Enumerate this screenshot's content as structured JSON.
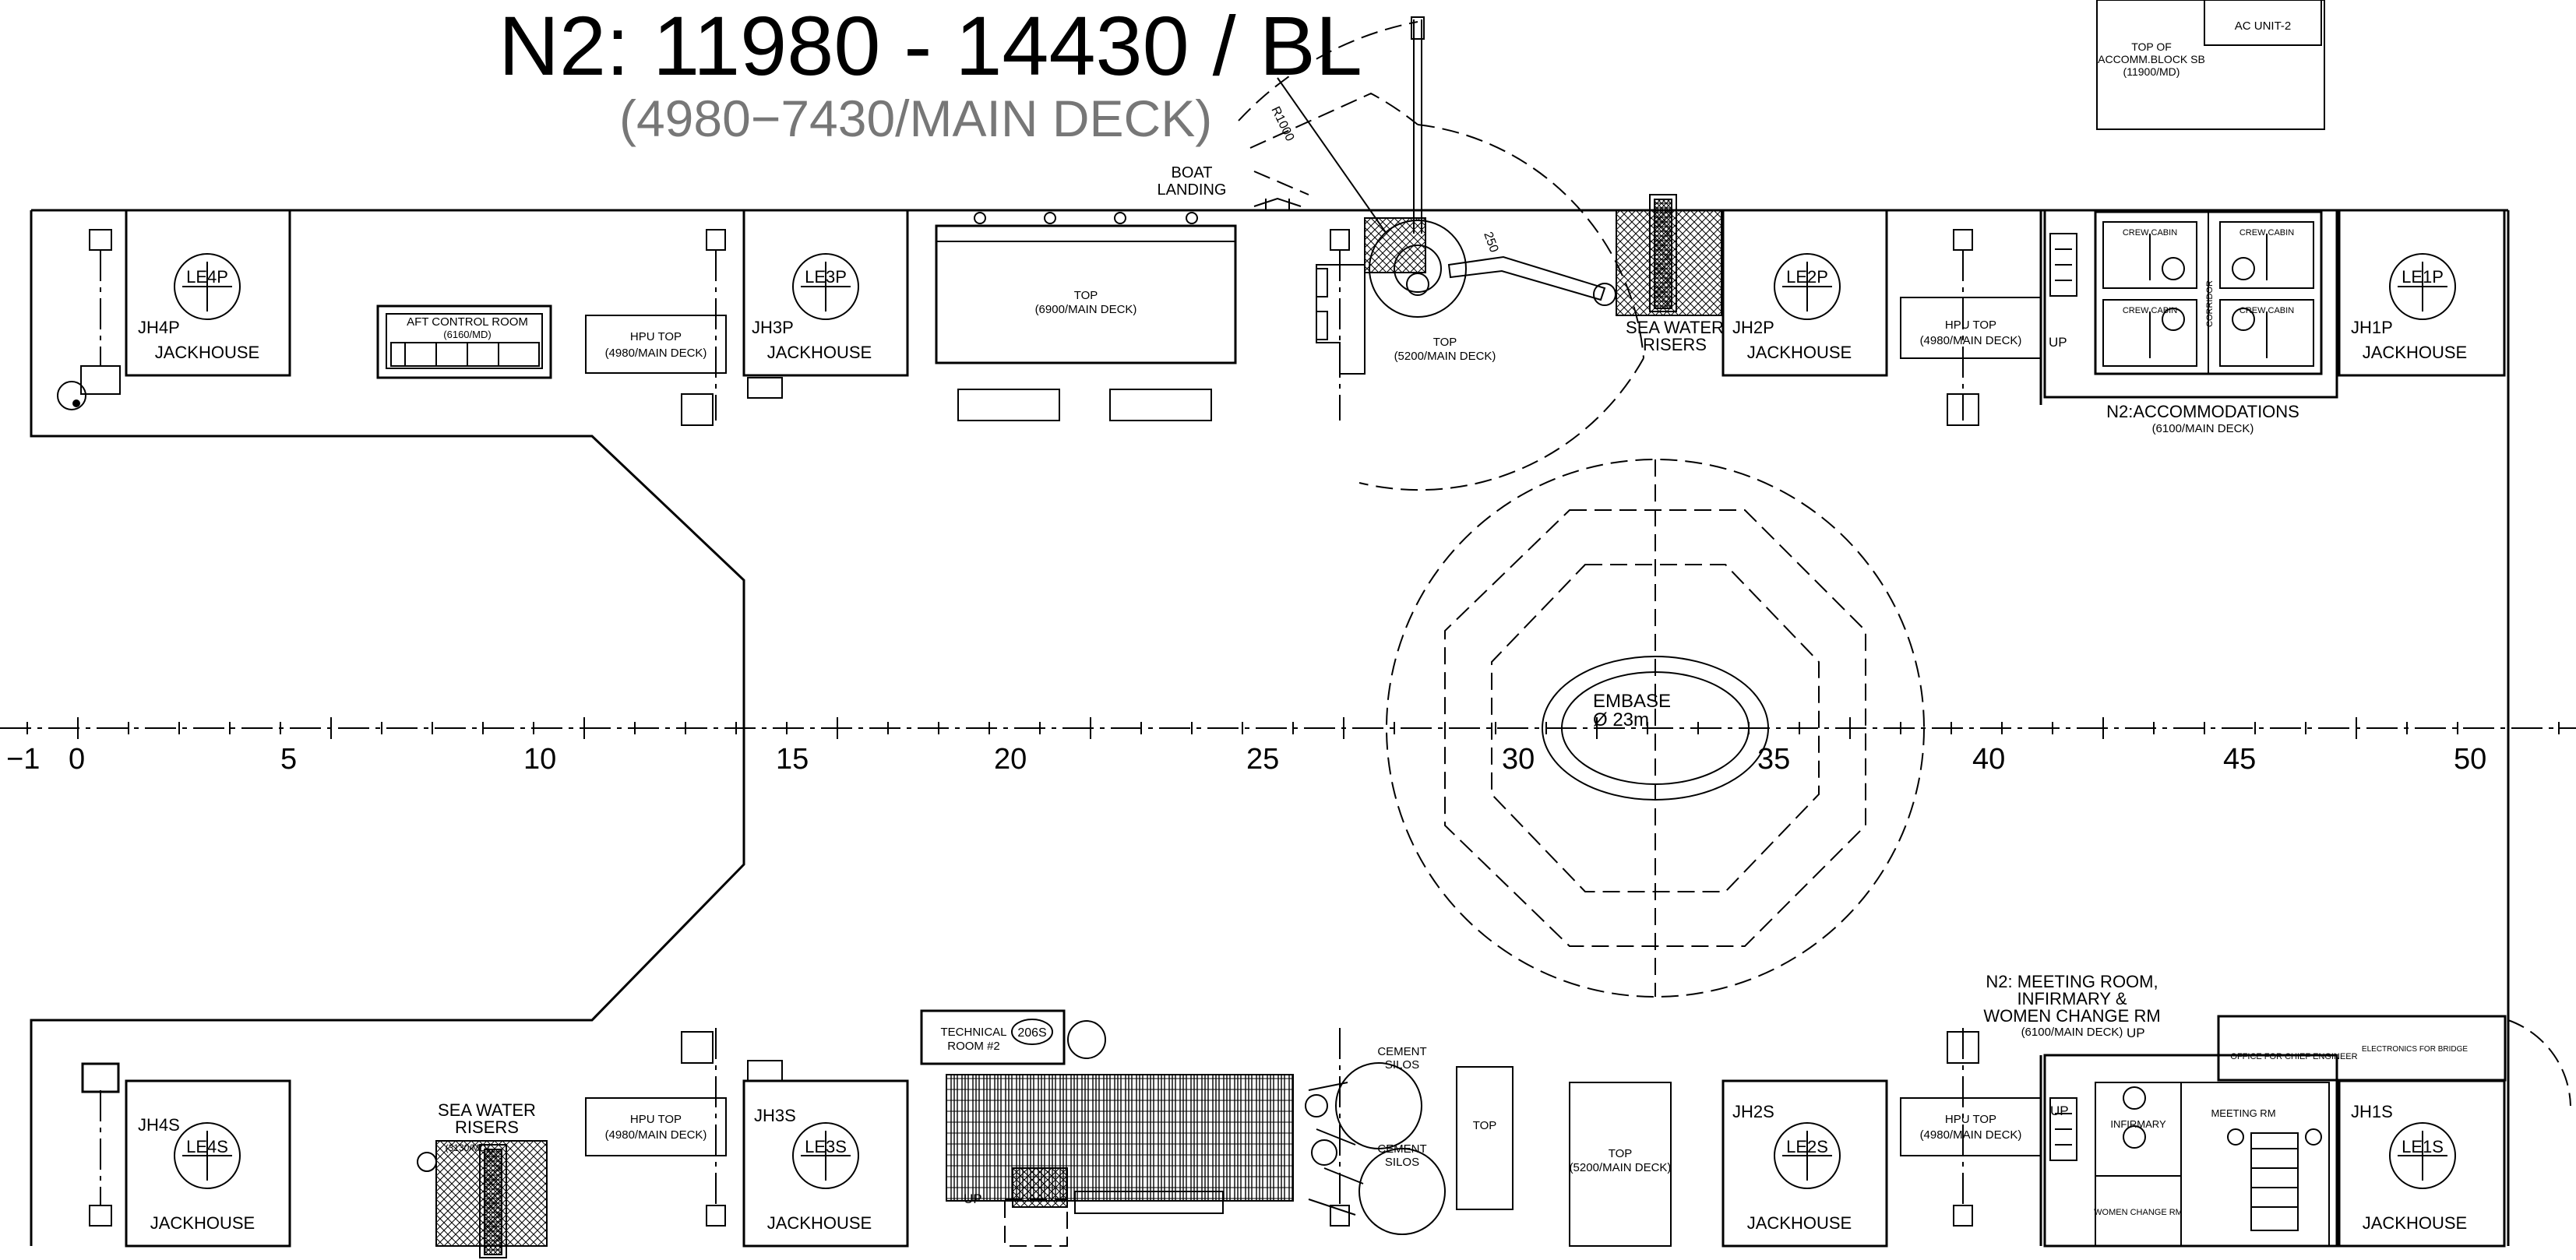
{
  "header": {
    "title": "N2: 11980 - 14430 / BL",
    "subtitle": "(4980−7430/MAIN DECK)"
  },
  "axis": {
    "ticks": [
      "−1",
      "0",
      "5",
      "10",
      "15",
      "20",
      "25",
      "30",
      "35",
      "40",
      "45",
      "50"
    ]
  },
  "jackhouses": {
    "jh4p": {
      "id": "JH4P",
      "leg": "LE4P",
      "label": "JACKHOUSE"
    },
    "jh3p": {
      "id": "JH3P",
      "leg": "LE3P",
      "label": "JACKHOUSE"
    },
    "jh2p": {
      "id": "JH2P",
      "leg": "LE2P",
      "label": "JACKHOUSE"
    },
    "jh1p": {
      "id": "JH1P",
      "leg": "LE1P",
      "label": "JACKHOUSE"
    },
    "jh4s": {
      "id": "JH4S",
      "leg": "LE4S",
      "label": "JACKHOUSE"
    },
    "jh3s": {
      "id": "JH3S",
      "leg": "LE3S",
      "label": "JACKHOUSE"
    },
    "jh2s": {
      "id": "JH2S",
      "leg": "LE2S",
      "label": "JACKHOUSE"
    },
    "jh1s": {
      "id": "JH1S",
      "leg": "LE1S",
      "label": "JACKHOUSE"
    }
  },
  "hpu": {
    "line1": "HPU TOP",
    "line2": "(4980/MAIN DECK)"
  },
  "labels": {
    "aft_control_1": "AFT CONTROL ROOM",
    "aft_control_2": "(6160/MD)",
    "top_6900_1": "TOP",
    "top_6900_2": "(6900/MAIN DECK)",
    "boat_landing_1": "BOAT",
    "boat_landing_2": "LANDING",
    "crane_top_1": "TOP",
    "crane_top_2": "(5200/MAIN DECK)",
    "crane_radius": "R1000",
    "crane_angle": "250",
    "sea_water_1": "SEA WATER",
    "sea_water_2": "RISERS",
    "top_accomm_1": "TOP OF",
    "top_accomm_2": "ACCOMM.BLOCK SB",
    "top_accomm_3": "(11900/MD)",
    "ac_unit": "AC UNIT-2",
    "accomm_1": "N2:ACCOMMODATIONS",
    "accomm_2": "(6100/MAIN DECK)",
    "up": "UP",
    "embase_1": "EMBASE",
    "embase_2": "Ø 23m",
    "tech_room_1": "TECHNICAL",
    "tech_room_2": "ROOM #2",
    "tech_room_no": "206S",
    "cement_silos_1": "CEMENT",
    "cement_silos_2": "SILOS",
    "top_s": "TOP",
    "top_s_5200_1": "TOP",
    "top_s_5200_2": "(5200/MAIN DECK)",
    "meeting_1": "N2: MEETING ROOM,",
    "meeting_2": "INFIRMARY &",
    "meeting_3": "WOMEN CHANGE RM",
    "meeting_4": "(6100/MAIN DECK)",
    "infirmary": "INFIRMARY",
    "meeting_rm": "MEETING RM",
    "women_change": "WOMEN CHANGE RM",
    "chief_engineer": "OFFICE FOR CHIEF ENGINEER",
    "electronics": "ELECTRONICS FOR BRIDGE",
    "crew_cabin": "CREW CABIN",
    "corridor": "CORRIDOR",
    "sw_riser_level": "(3130/MD)"
  }
}
